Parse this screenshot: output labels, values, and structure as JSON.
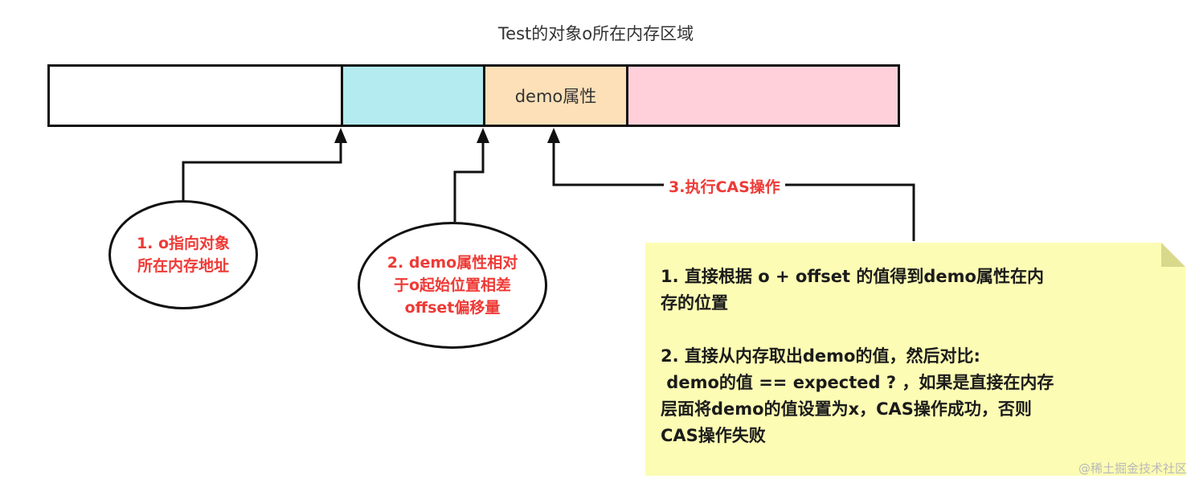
{
  "title": "Test的对象o所在内存区域",
  "memory": {
    "demo_label": "demo属性"
  },
  "callouts": {
    "step1": [
      "1. o指向对象",
      "所在内存地址"
    ],
    "step2": [
      "2. demo属性相对",
      "于o起始位置相差",
      "offset偏移量"
    ],
    "step3": "3.执行CAS操作"
  },
  "note": {
    "para1": [
      "1. 直接根据 o + offset 的值得到demo属性在内",
      "存的位置"
    ],
    "para2": [
      "2. 直接从内存取出demo的值，然后对比:",
      " demo的值 == expected ? ，如果是直接在内存",
      "层面将demo的值设置为x，CAS操作成功，否则",
      "CAS操作失败"
    ]
  },
  "watermark": "@稀土掘金技术社区",
  "colors": {
    "cyan": "#b3ebf0",
    "orange": "#fde0b8",
    "pink": "#ffd0d9",
    "note": "#fcfcb4",
    "red_text": "#ee3a36"
  }
}
